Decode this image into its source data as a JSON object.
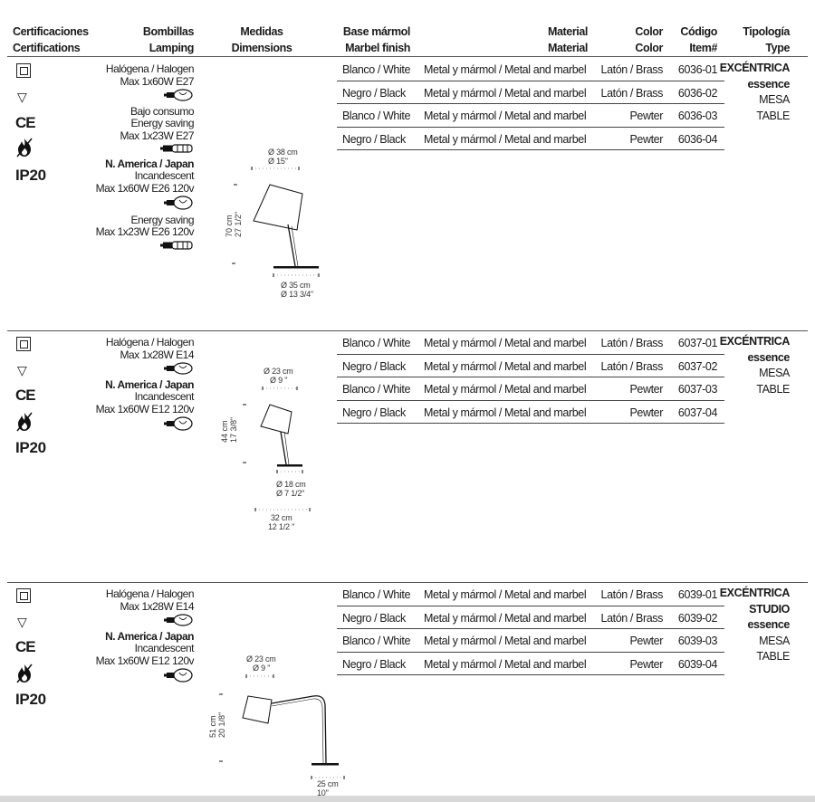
{
  "header": {
    "cert": [
      "Certificaciones",
      "Certifications"
    ],
    "lamping": [
      "Bombillas",
      "Lamping"
    ],
    "dimensions": [
      "Medidas",
      "Dimensions"
    ],
    "base": [
      "Base mármol",
      "Marbel finish"
    ],
    "material": [
      "Material",
      "Material"
    ],
    "color": [
      "Color",
      "Color"
    ],
    "code": [
      "Código",
      "Item#"
    ],
    "type": [
      "Tipología",
      "Type"
    ]
  },
  "certifications": {
    "ip": "IP20"
  },
  "products": [
    {
      "lamping": {
        "halogen_label": "Halógena / Halogen",
        "halogen_max": "Max 1x60W E27",
        "low_label": "Bajo consumo",
        "energy_label": "Energy saving",
        "energy_max": "Max 1x23W E27",
        "na_label": "N. America / Japan",
        "inc_label": "Incandescent",
        "inc_max": "Max 1x60W  E26 120v",
        "na_energy_label": "Energy saving",
        "na_energy_max": "Max 1x23W E26  120v"
      },
      "dims": {
        "shade_cm": "Ø 38 cm",
        "shade_in": "Ø 15\"",
        "height_cm": "70 cm",
        "height_in": "27 1/2\"",
        "base_cm": "Ø 35 cm",
        "base_in": "Ø 13 3/4\""
      },
      "rows": [
        {
          "base": "Blanco / White",
          "material": "Metal y mármol / Metal and marbel",
          "color": "Latón / Brass",
          "code": "6036-01"
        },
        {
          "base": "Negro / Black",
          "material": "Metal y mármol / Metal and marbel",
          "color": "Latón / Brass",
          "code": "6036-02"
        },
        {
          "base": "Blanco / White",
          "material": "Metal y mármol / Metal and marbel",
          "color": "Pewter",
          "code": "6036-03"
        },
        {
          "base": "Negro / Black",
          "material": "Metal y mármol / Metal and marbel",
          "color": "Pewter",
          "code": "6036-04"
        }
      ],
      "type": [
        "EXCÉNTRICA",
        "essence",
        "MESA",
        "TABLE"
      ]
    },
    {
      "lamping": {
        "halogen_label": "Halógena / Halogen",
        "halogen_max": "Max 1x28W E14",
        "na_label": "N. America / Japan",
        "inc_label": "Incandescent",
        "inc_max": "Max 1x60W  E12 120v"
      },
      "dims": {
        "shade_cm": "Ø 23 cm",
        "shade_in": "Ø 9 \"",
        "height_cm": "44 cm",
        "height_in": "17 3/8\"",
        "base_cm": "Ø 18 cm",
        "base_in": "Ø 7 1/2\"",
        "width_cm": "32 cm",
        "width_in": "12 1/2 \""
      },
      "rows": [
        {
          "base": "Blanco / White",
          "material": "Metal y mármol / Metal and marbel",
          "color": "Latón / Brass",
          "code": "6037-01"
        },
        {
          "base": "Negro / Black",
          "material": "Metal y mármol / Metal and marbel",
          "color": "Latón / Brass",
          "code": "6037-02"
        },
        {
          "base": "Blanco / White",
          "material": "Metal y mármol / Metal and marbel",
          "color": "Pewter",
          "code": "6037-03"
        },
        {
          "base": "Negro / Black",
          "material": "Metal y mármol / Metal and marbel",
          "color": "Pewter",
          "code": "6037-04"
        }
      ],
      "type": [
        "EXCÉNTRICA",
        "essence",
        "MESA",
        "TABLE"
      ]
    },
    {
      "lamping": {
        "halogen_label": "Halógena / Halogen",
        "halogen_max": "Max 1x28W E14",
        "na_label": "N. America / Japan",
        "inc_label": "Incandescent",
        "inc_max": "Max 1x60W  E12 120v"
      },
      "dims": {
        "shade_cm": "Ø 23 cm",
        "shade_in": "Ø 9 \"",
        "height_cm": "51 cm",
        "height_in": "20 1/8\"",
        "width_cm": "25 cm",
        "width_in": "10\""
      },
      "rows": [
        {
          "base": "Blanco / White",
          "material": "Metal y mármol / Metal and marbel",
          "color": "Latón / Brass",
          "code": "6039-01"
        },
        {
          "base": "Negro / Black",
          "material": "Metal y mármol / Metal and marbel",
          "color": "Latón / Brass",
          "code": "6039-02"
        },
        {
          "base": "Blanco / White",
          "material": "Metal y mármol / Metal and marbel",
          "color": "Pewter",
          "code": "6039-03"
        },
        {
          "base": "Negro / Black",
          "material": "Metal y mármol / Metal and marbel",
          "color": "Pewter",
          "code": "6039-04"
        }
      ],
      "type": [
        "EXCÉNTRICA",
        "STUDIO",
        "essence",
        "MESA",
        "TABLE"
      ]
    }
  ]
}
